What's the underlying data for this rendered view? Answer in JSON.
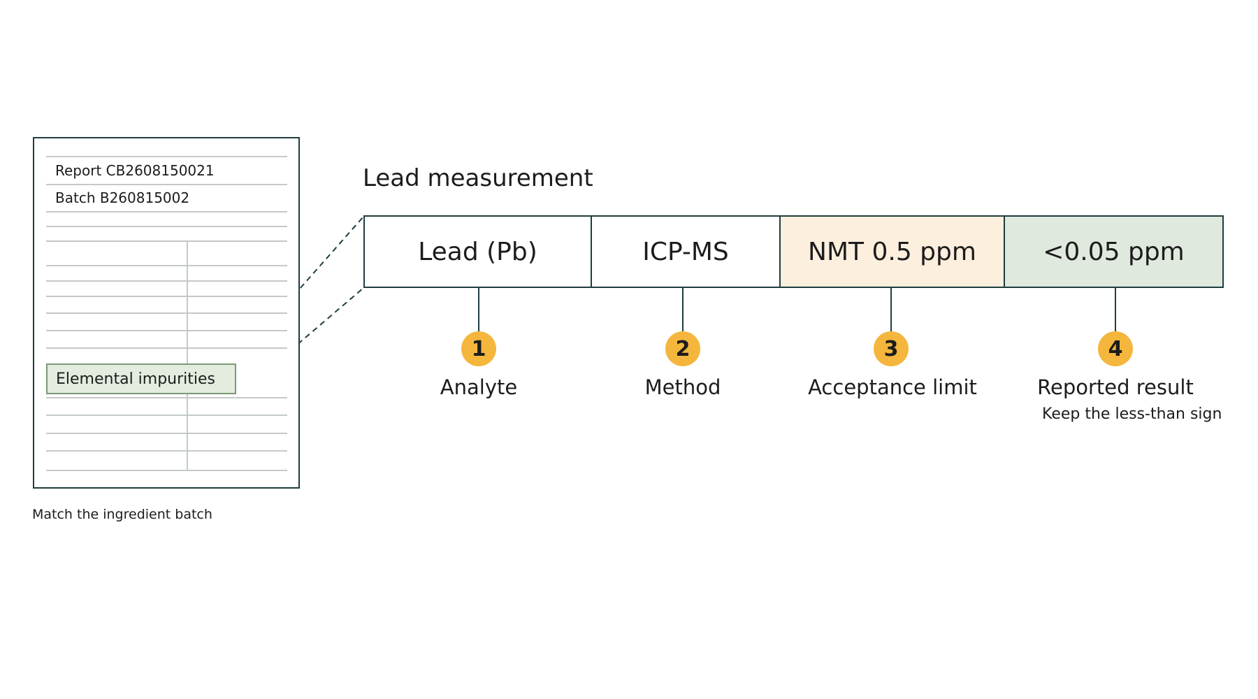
{
  "document": {
    "report_line": "Report CB2608150021",
    "batch_line": "Batch B260815002",
    "highlight_label": "Elemental impurities",
    "caption": "Match the ingredient batch"
  },
  "record": {
    "title": "Lead measurement",
    "cells": [
      {
        "value": "Lead (Pb)",
        "number": "1",
        "label": "Analyte"
      },
      {
        "value": "ICP-MS",
        "number": "2",
        "label": "Method"
      },
      {
        "value": "NMT 0.5 ppm",
        "number": "3",
        "label": "Acceptance limit"
      },
      {
        "value": "<0.05 ppm",
        "number": "4",
        "label": "Reported result",
        "note": "Keep the less-than sign"
      }
    ]
  },
  "colors": {
    "border": "#1f3d3f",
    "limit_fill": "#fcefdd",
    "result_fill": "#e0e9de",
    "highlight_fill": "#e3ecde",
    "badge": "#f4b63c"
  }
}
